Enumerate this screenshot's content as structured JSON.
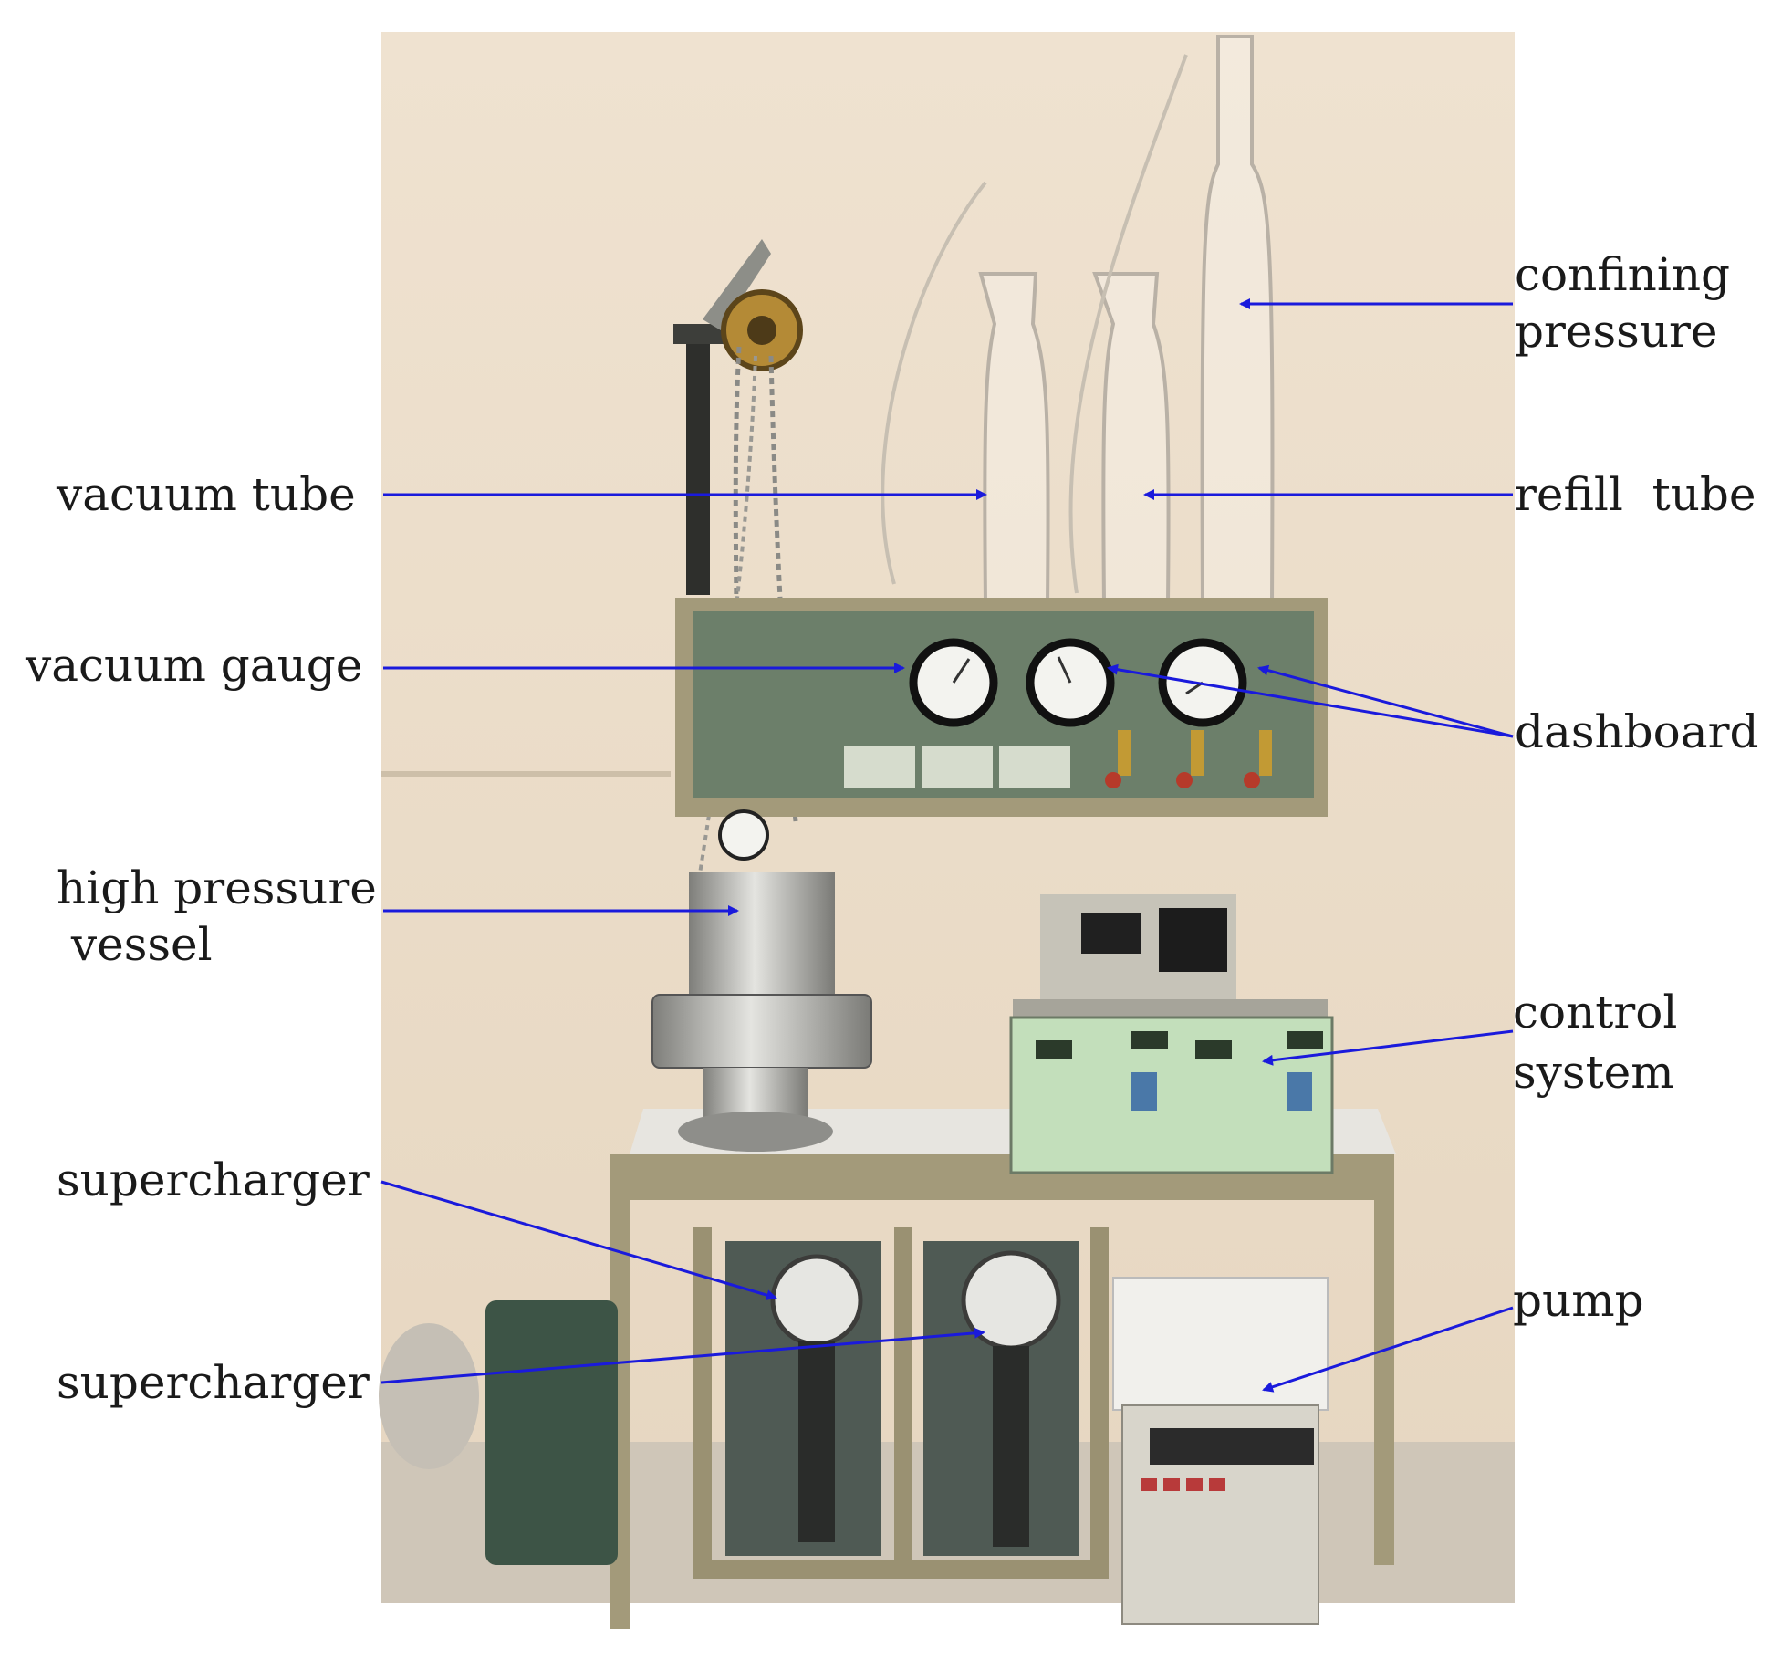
{
  "labels": {
    "confining_pressure": [
      "confining",
      "pressure"
    ],
    "vacuum_tube": "vacuum tube",
    "refill_tube": "refill  tube",
    "vacuum_gauge": "vacuum gauge",
    "dashboard": "dashboard",
    "high_pressure_vessel": [
      "high pressure",
      " vessel"
    ],
    "control_system": [
      "control",
      "system"
    ],
    "supercharger_1": "supercharger",
    "supercharger_2": "supercharger",
    "pump": "pump"
  },
  "colors": {
    "arrow": "#1a1adc",
    "wall": "#eedfcc",
    "frame": "#a39a7a",
    "panel": "#6c7f6a",
    "control_box": "#c3dfbb",
    "table_top": "#e7e5e0",
    "steel": "#c0c0bc"
  }
}
